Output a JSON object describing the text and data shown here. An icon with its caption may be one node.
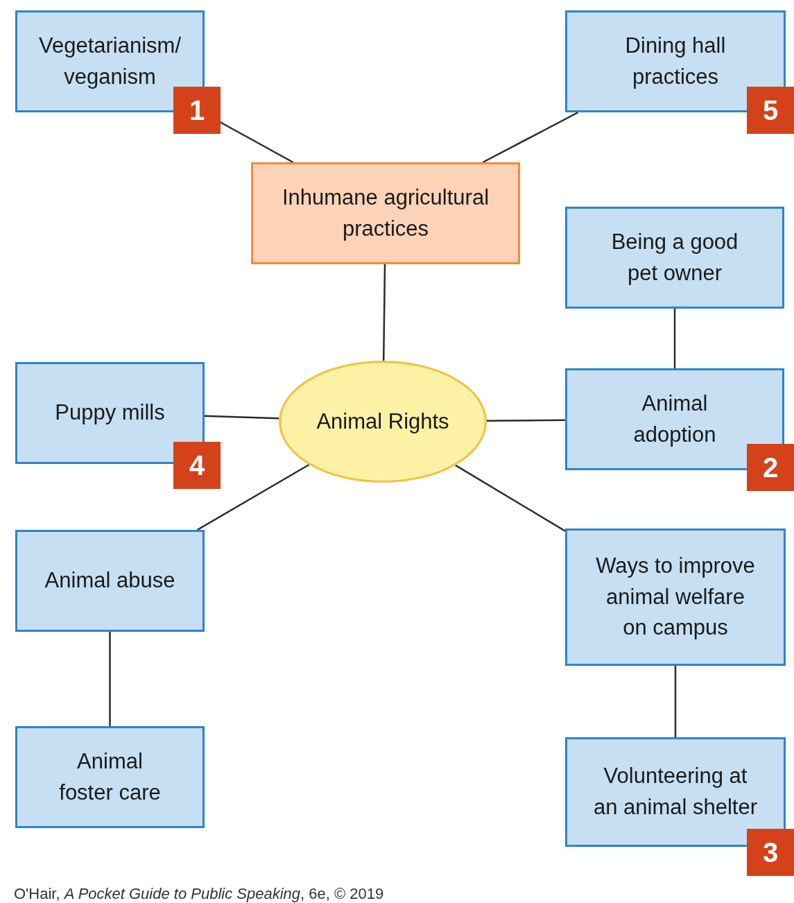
{
  "diagram": {
    "caption": "O'Hair, *A Pocket Guide to Public Speaking*, 6e, © 2019",
    "nodes": [
      {
        "text": [
          "Vegetarianism/ veganism"
        ]
      },
      {
        "text": [
          "Dining hall practices"
        ]
      },
      {
        "text": [
          "Inhumane agricultural practices"
        ]
      },
      {
        "text": [
          "Being a good pet owner"
        ]
      },
      {
        "text": [
          "Puppy mills"
        ]
      },
      {
        "text": [
          "Animal Rights"
        ]
      },
      {
        "text": [
          "Animal adoption"
        ]
      },
      {
        "text": [
          "Animal abuse"
        ]
      },
      {
        "text": [
          "Ways to improve animal welfare on campus"
        ]
      },
      {
        "text": [
          "Animal foster care"
        ]
      },
      {
        "text": [
          "Volunteering at an animal shelter"
        ]
      }
    ],
    "labels": [
      "1",
      "5",
      "4",
      "2",
      "3"
    ],
    "edges": [
      {
        "from": 2,
        "to": 0,
        "arrow": "none"
      },
      {
        "from": 2,
        "to": 1,
        "arrow": "none"
      },
      {
        "from": 5,
        "to": 2,
        "arrow": "none"
      },
      {
        "from": 6,
        "to": 3,
        "arrow": "none"
      },
      {
        "from": 5,
        "to": 4,
        "arrow": "none"
      },
      {
        "from": 5,
        "to": 6,
        "arrow": "none"
      },
      {
        "from": 5,
        "to": 7,
        "arrow": "none"
      },
      {
        "from": 5,
        "to": 8,
        "arrow": "none"
      },
      {
        "from": 7,
        "to": 9,
        "arrow": "none"
      },
      {
        "from": 8,
        "to": 10,
        "arrow": "none"
      }
    ]
  }
}
